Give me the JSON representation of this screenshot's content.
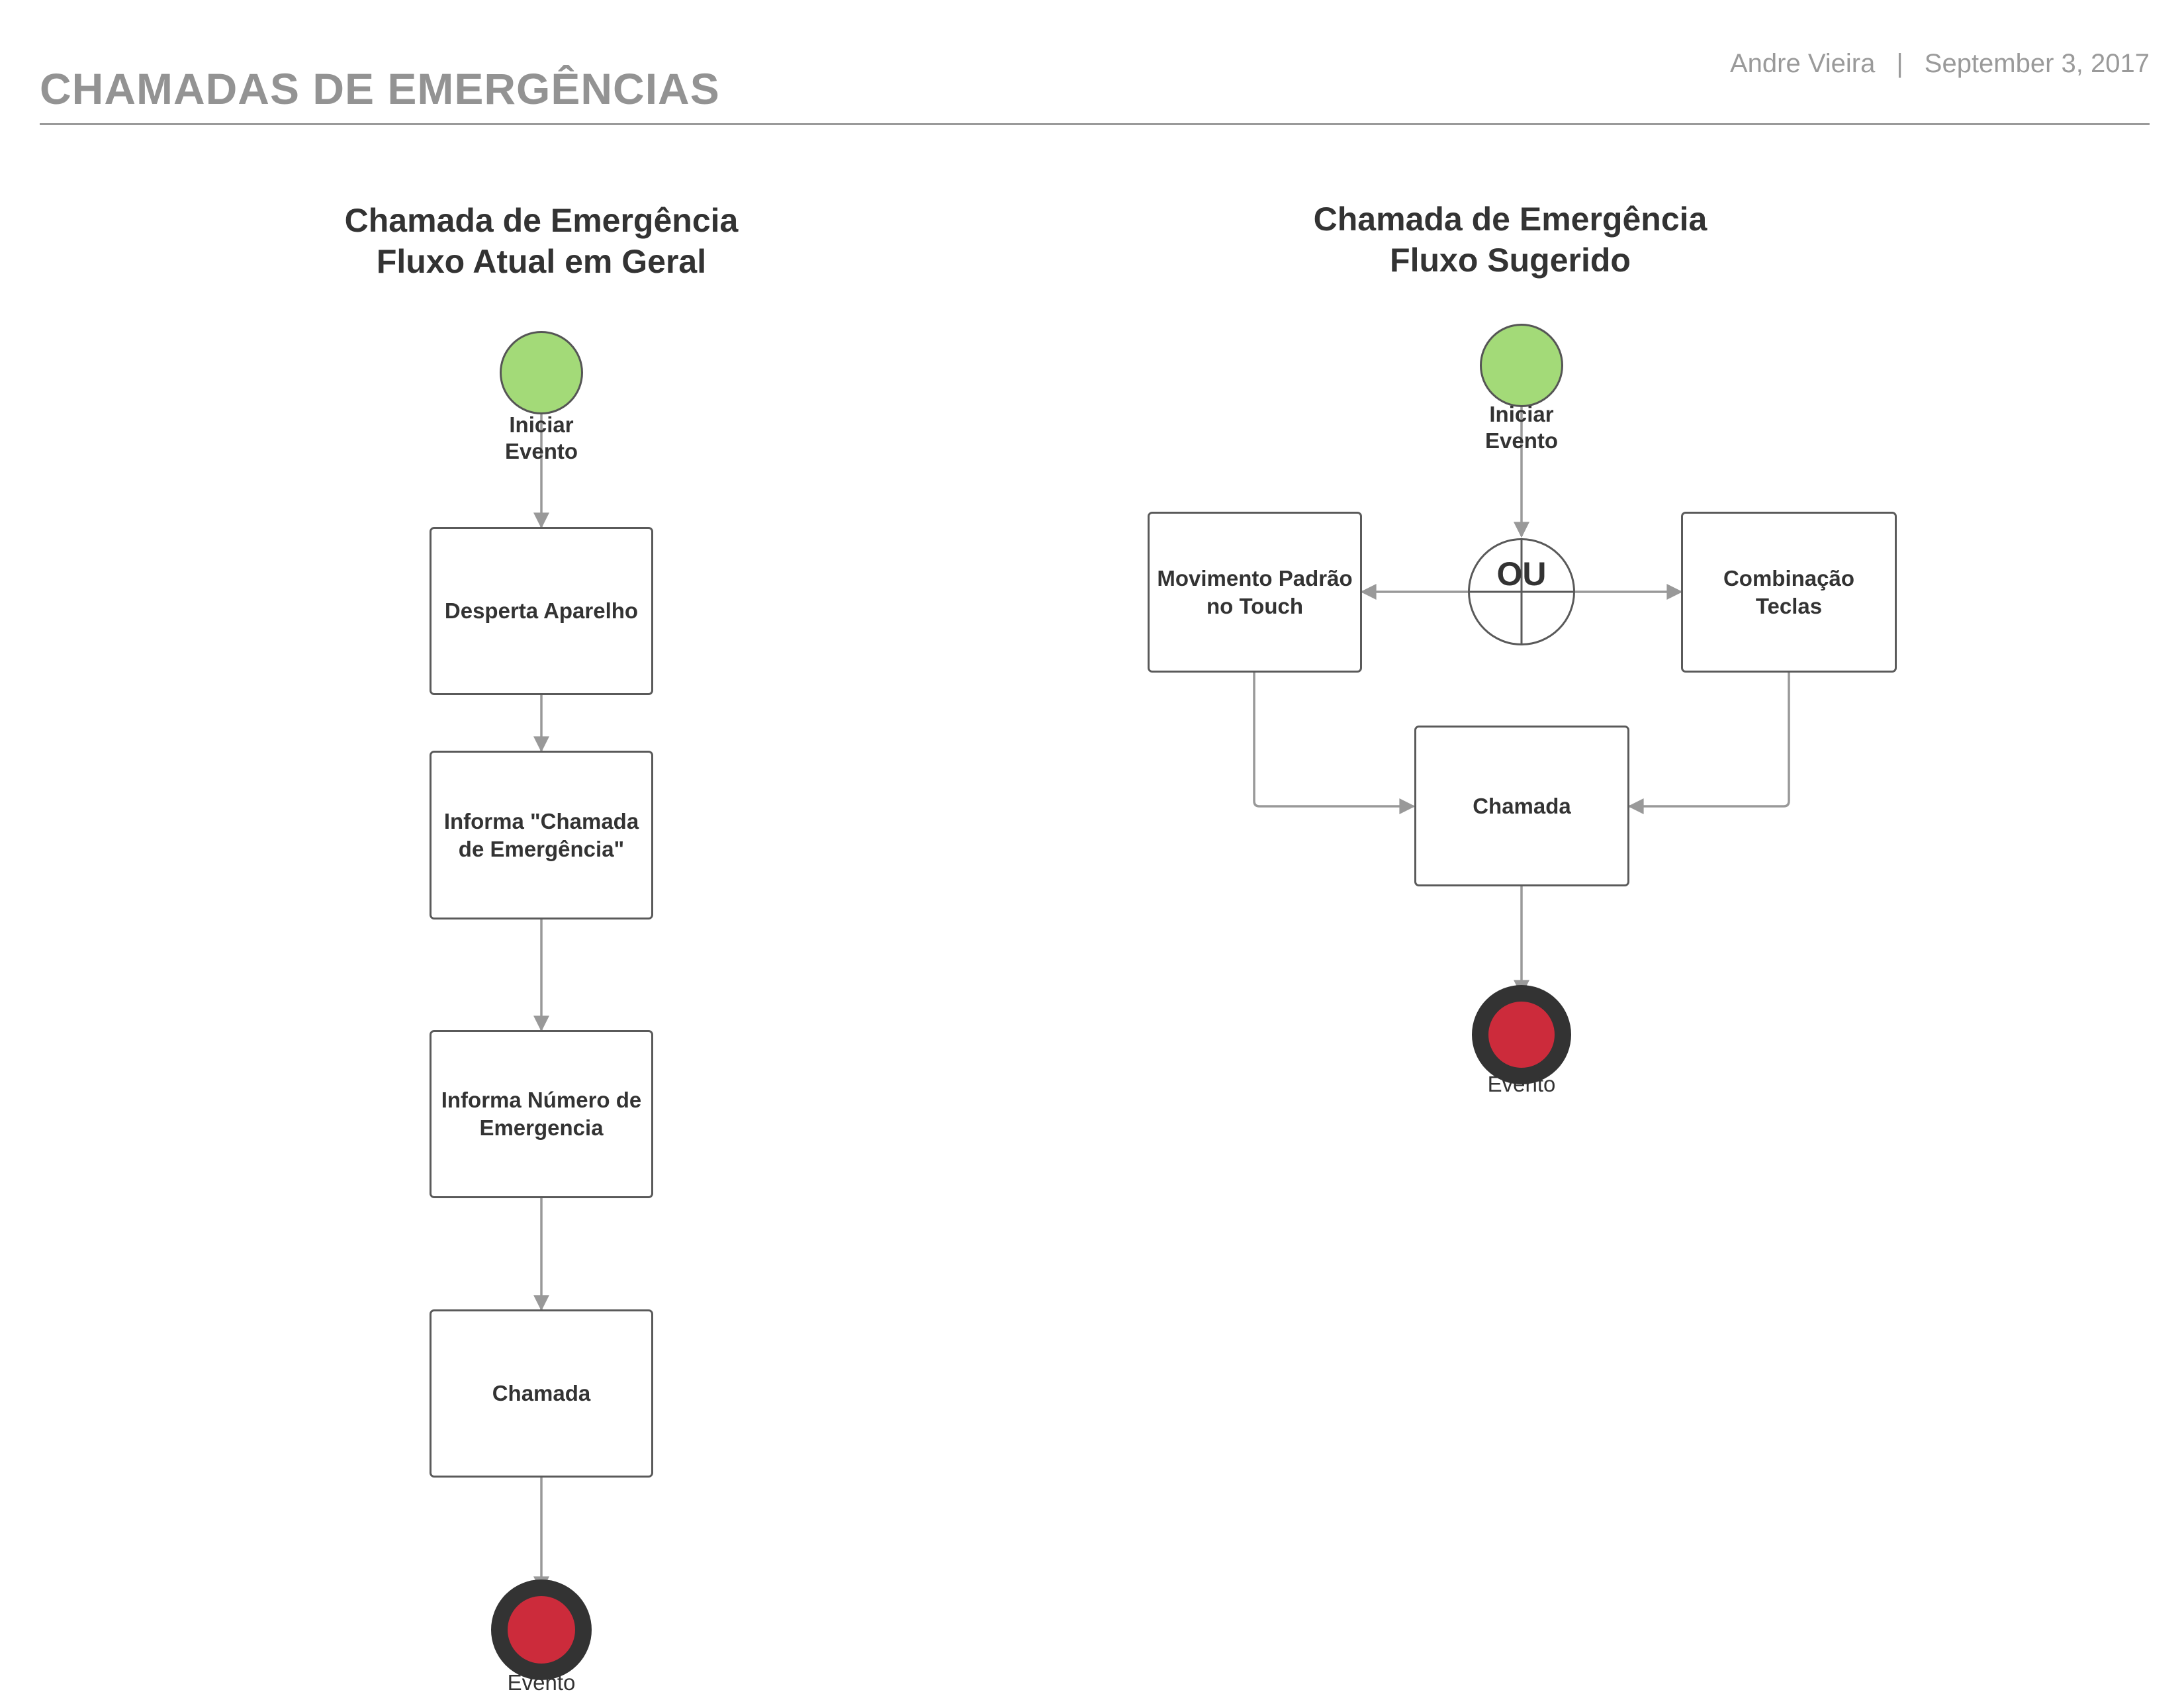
{
  "header": {
    "title": "CHAMADAS DE EMERGÊNCIAS",
    "author": "Andre Vieira",
    "separator": "|",
    "date": "September 3, 2017"
  },
  "left_diagram": {
    "title_line1": "Chamada de Emergência",
    "title_line2": "Fluxo Atual em Geral",
    "start_label_line1": "Iniciar",
    "start_label_line2": "Evento",
    "steps": [
      "Desperta Aparelho",
      "Informa \"Chamada de Emergência\"",
      "Informa Número de Emergencia",
      "Chamada"
    ],
    "end_label": "Evento"
  },
  "right_diagram": {
    "title_line1": "Chamada de Emergência",
    "title_line2": "Fluxo Sugerido",
    "start_label_line1": "Iniciar",
    "start_label_line2": "Evento",
    "gateway_label": "OU",
    "option_left": "Movimento Padrão no Touch",
    "option_right": "Combinação Teclas",
    "merge_step": "Chamada",
    "end_label": "Evento"
  },
  "colors": {
    "start_fill": "#a3da78",
    "end_fill": "#cc2b3b",
    "end_ring": "#333333",
    "connector": "#999999",
    "title_gray": "#939393"
  }
}
